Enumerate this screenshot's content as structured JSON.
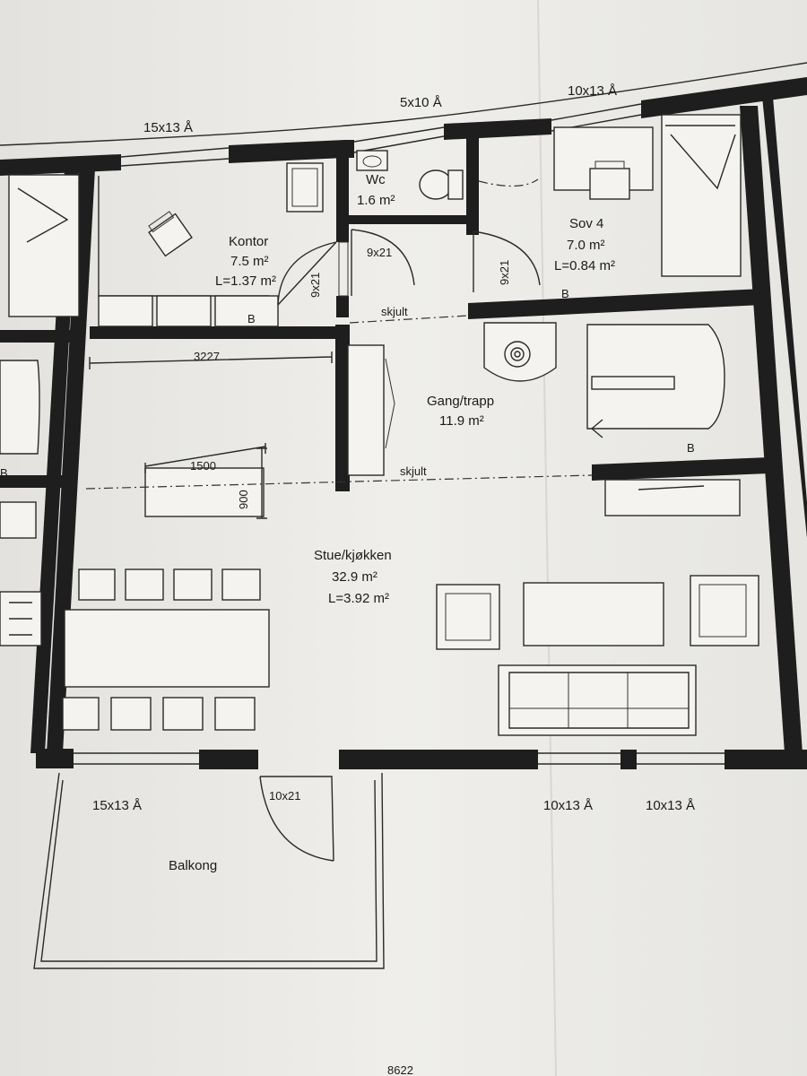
{
  "rooms": {
    "kontor": {
      "name": "Kontor",
      "area": "7.5 m²",
      "l": "L=1.37 m²"
    },
    "wc": {
      "name": "Wc",
      "area": "1.6 m²"
    },
    "sov4": {
      "name": "Sov 4",
      "area": "7.0 m²",
      "l": "L=0.84 m²"
    },
    "gang": {
      "name": "Gang/trapp",
      "area": "11.9 m²"
    },
    "stue": {
      "name": "Stue/kjøkken",
      "area": "32.9 m²",
      "l": "L=3.92 m²"
    },
    "balkong": {
      "name": "Balkong"
    }
  },
  "windows": {
    "top_left": "15x13 Å",
    "top_mid": "5x10 Å",
    "top_right": "10x13 Å",
    "bottom_left": "15x13 Å",
    "bottom_mid": "10x13 Å",
    "bottom_right": "10x13 Å"
  },
  "doors": {
    "kontor": "9x21",
    "wc": "9x21",
    "sov4": "9x21",
    "balkong": "10x21"
  },
  "dimensions": {
    "width_3227": "3227",
    "table_1500": "1500",
    "table_900": "900",
    "bottom_8622": "8622"
  },
  "notes": {
    "skjult_top": "skjult",
    "skjult_bottom": "skjult",
    "b_kontor": "B",
    "b_sov4": "B",
    "b_right": "B",
    "b_left": "B"
  },
  "colors": {
    "paper": "#e9e8e4",
    "walls": "#1e1e1e"
  }
}
